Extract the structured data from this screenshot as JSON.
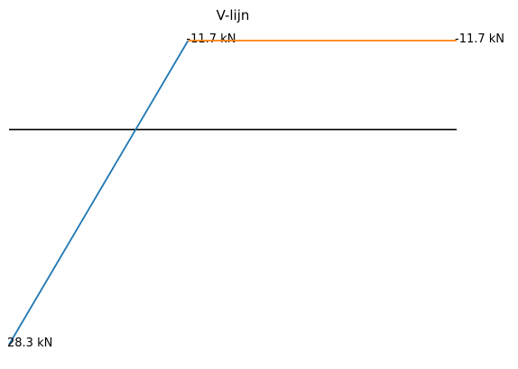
{
  "chart_data": {
    "type": "line",
    "title": "V-lijn",
    "axis": false,
    "grid": false,
    "baseline": 0,
    "series": [
      {
        "color": "#1f77b4",
        "points": [
          {
            "x": 0,
            "y": 28.3,
            "label": "28.3 kN"
          },
          {
            "x": 2,
            "y": -11.7,
            "label": "-11.7 kN"
          }
        ]
      },
      {
        "color": "#ff7f0e",
        "points": [
          {
            "x": 2,
            "y": -11.7
          },
          {
            "x": 5,
            "y": -11.7,
            "label": "-11.7 kN"
          }
        ]
      }
    ],
    "baseline_color": "#000000"
  }
}
